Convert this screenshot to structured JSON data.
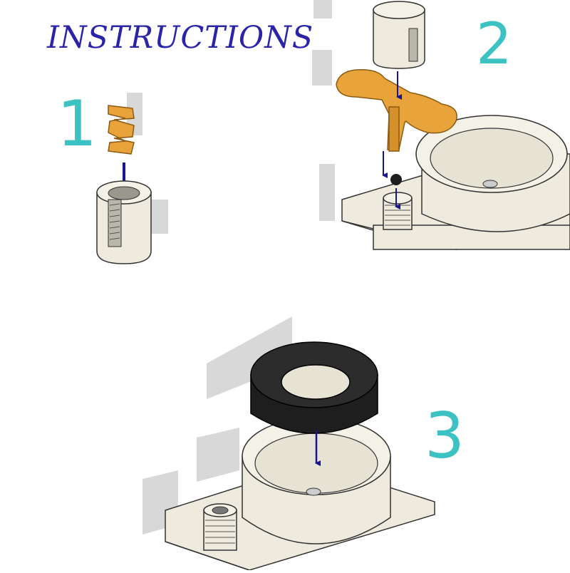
{
  "title": "INSTRUCTIONS",
  "steps": [
    {
      "number": "1"
    },
    {
      "number": "2"
    },
    {
      "number": "3"
    }
  ],
  "colors": {
    "title": "#2a24a8",
    "step_number": "#3cc2c2",
    "arrow": "#1a1490",
    "part_light": "#eeeadd",
    "part_orange": "#e8a43a",
    "part_dark": "#1e1e1e",
    "shadow": "#d6d6d6"
  }
}
